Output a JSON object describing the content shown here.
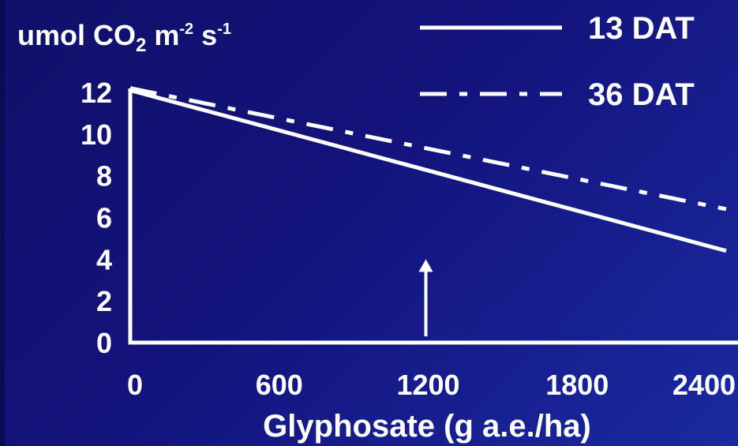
{
  "chart_data": {
    "type": "line",
    "title": "",
    "ylabel": {
      "base": "umol CO",
      "sub": "2",
      "m": " m",
      "m_exp": "-2",
      "s": " s",
      "s_exp": "-1"
    },
    "xlabel": "Glyphosate (g a.e./ha)",
    "xlim": [
      0,
      2400
    ],
    "ylim": [
      0,
      12
    ],
    "x_ticks": [
      {
        "value": 0,
        "label": "0"
      },
      {
        "value": 600,
        "label": "600"
      },
      {
        "value": 1200,
        "label": "1200"
      },
      {
        "value": 1800,
        "label": "1800"
      },
      {
        "value": 2400,
        "label": "2400"
      }
    ],
    "y_ticks": [
      {
        "value": 0,
        "label": "0"
      },
      {
        "value": 2,
        "label": "2"
      },
      {
        "value": 4,
        "label": "4"
      },
      {
        "value": 6,
        "label": "6"
      },
      {
        "value": 8,
        "label": "8"
      },
      {
        "value": 10,
        "label": "10"
      },
      {
        "value": 12,
        "label": "12"
      }
    ],
    "series": [
      {
        "name": "13 DAT",
        "style": "solid",
        "x": [
          0,
          2400
        ],
        "y": [
          12.1,
          4.4
        ]
      },
      {
        "name": "36 DAT",
        "style": "dashdot",
        "x": [
          0,
          2400
        ],
        "y": [
          12.2,
          6.4
        ]
      }
    ],
    "annotations": [
      {
        "type": "arrow",
        "x": 1200,
        "y_from": 0.3,
        "y_to": 4.0
      }
    ],
    "legend_position": "top-right",
    "grid": false,
    "colors": {
      "line": "#ffffff",
      "background": "#13137c"
    }
  }
}
